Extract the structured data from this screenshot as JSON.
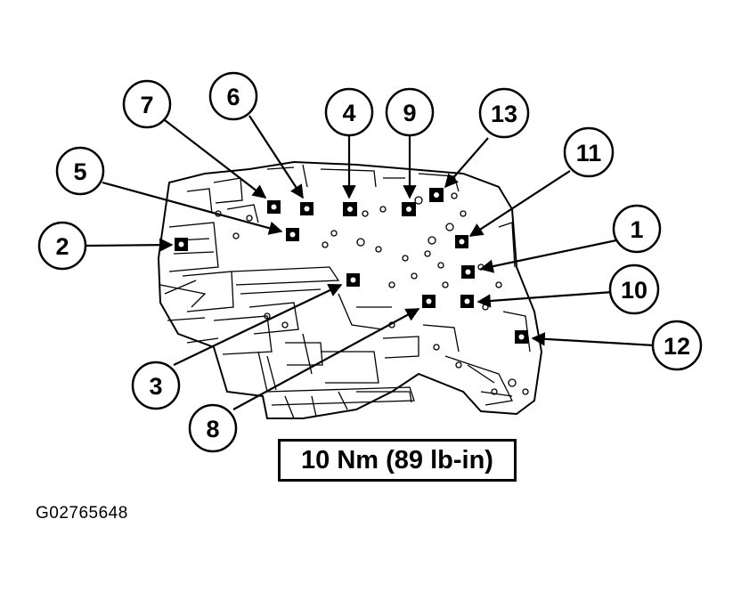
{
  "torque_spec": "10 Nm (89 lb-in)",
  "figure_id": "G02765648",
  "callouts": [
    {
      "label": "1"
    },
    {
      "label": "2"
    },
    {
      "label": "3"
    },
    {
      "label": "4"
    },
    {
      "label": "5"
    },
    {
      "label": "6"
    },
    {
      "label": "7"
    },
    {
      "label": "8"
    },
    {
      "label": "9"
    },
    {
      "label": "10"
    },
    {
      "label": "11"
    },
    {
      "label": "12"
    },
    {
      "label": "13"
    }
  ]
}
